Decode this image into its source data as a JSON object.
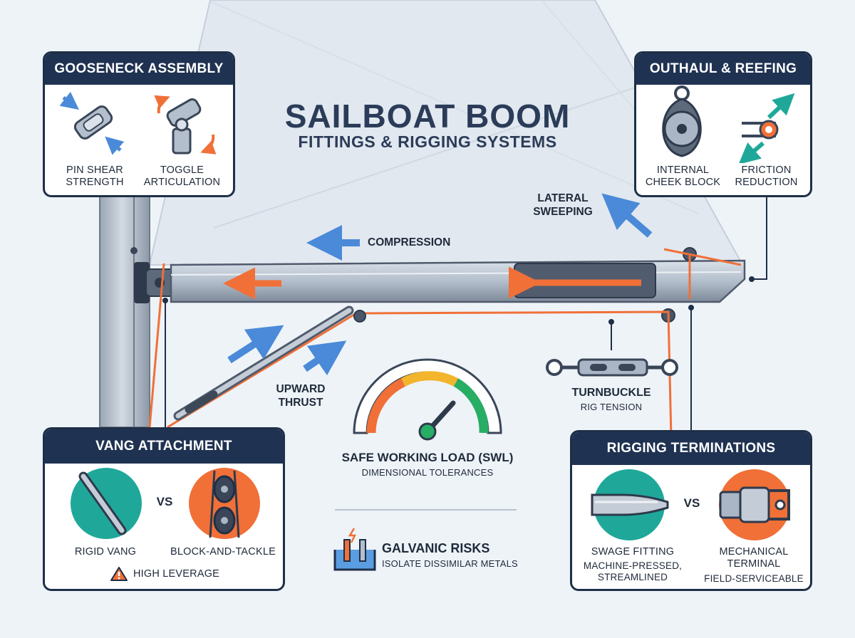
{
  "title": {
    "main": "SAILBOAT BOOM",
    "sub": "FITTINGS & RIGGING SYSTEMS"
  },
  "panels": {
    "gooseneck": {
      "title": "GOOSENECK ASSEMBLY",
      "item1": "PIN SHEAR\nSTRENGTH",
      "item2": "TOGGLE\nARTICULATION"
    },
    "outhaul": {
      "title": "OUTHAUL & REEFING",
      "item1": "INTERNAL\nCHEEK BLOCK",
      "item2": "FRICTION\nREDUCTION"
    },
    "vang": {
      "title": "VANG ATTACHMENT",
      "item1": "RIGID VANG",
      "vs": "VS",
      "item2": "BLOCK-AND-TACKLE",
      "warning": "HIGH LEVERAGE"
    },
    "terminations": {
      "title": "RIGGING TERMINATIONS",
      "item1_title": "SWAGE FITTING",
      "item1_desc": "MACHINE-PRESSED,\nSTREAMLINED",
      "vs": "VS",
      "item2_title": "MECHANICAL\nTERMINAL",
      "item2_desc": "FIELD-SERVICEABLE"
    }
  },
  "labels": {
    "lateral": "LATERAL\nSWEEPING",
    "compression": "COMPRESSION",
    "upward": "UPWARD\nTHRUST",
    "turnbuckle": "TURNBUCKLE",
    "turnbuckle_sub": "RIG TENSION",
    "swl": "SAFE WORKING LOAD (SWL)",
    "swl_sub": "DIMENSIONAL TOLERANCES",
    "galvanic": "GALVANIC RISKS",
    "galvanic_sub": "ISOLATE DISSIMILAR METALS"
  },
  "icons": [
    "pin-shear-icon",
    "toggle-icon",
    "cheek-block-icon",
    "friction-icon",
    "rigid-vang-icon",
    "block-tackle-icon",
    "warning-icon",
    "swage-fitting-icon",
    "mechanical-terminal-icon",
    "galvanic-icon",
    "gauge-icon",
    "turnbuckle-icon"
  ],
  "colors": {
    "navy": "#1f3252",
    "orange": "#f07038",
    "blue": "#4a8ad8",
    "teal": "#1fa89a",
    "steel": "#aab6c5",
    "sail": "#e2e8f0"
  }
}
